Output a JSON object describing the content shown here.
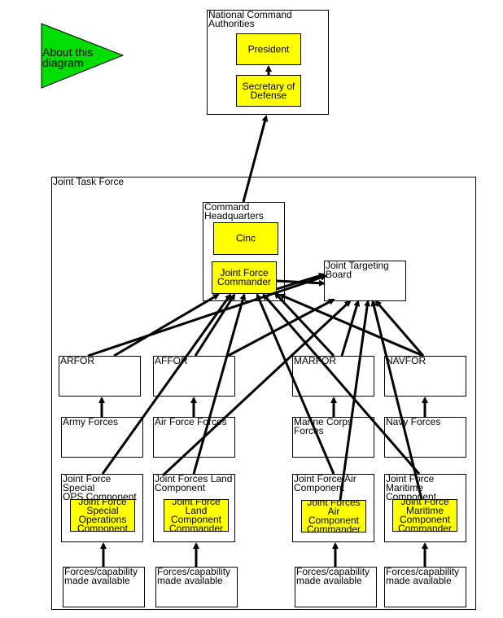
{
  "about": {
    "label": "About this\ndiagram",
    "color": "#00dd00"
  },
  "colors": {
    "component_fill": "#ffff00",
    "line": "#000000"
  },
  "nca": {
    "title": "National Command\nAuthorities",
    "president": "President",
    "secdef": "Secretary of\nDefense"
  },
  "jtf": {
    "title": "Joint Task Force"
  },
  "cmd_hq": {
    "title": "Command\nHeadquarters",
    "cinc": "Cinc",
    "jfc": "Joint Force\nCommander"
  },
  "jtb": {
    "title": "Joint Targeting\nBoard"
  },
  "services": {
    "arfor": "ARFOR",
    "affor": "AFFOR",
    "marfor": "MARFOR",
    "navfor": "NAVFOR",
    "army": "Army Forces",
    "airforce": "Air Force Forces",
    "marine": "Marine Corps\nForces",
    "navy": "Navy Forces"
  },
  "components": {
    "spec_ops": {
      "title": "Joint Force Special\nOPS Component",
      "inner": "Joint Force\nSpecial\nOperations\nComponent"
    },
    "land": {
      "title": "Joint Forces Land\nComponent",
      "inner": "Joint Force\nLand\nComponent\nCommander"
    },
    "air": {
      "title": "Joint Force Air\nComponent",
      "inner": "Joint Forces\nAir Component\nCommander"
    },
    "maritime": {
      "title": "Joint Force\nMaritime\nComponent",
      "inner": "Joint Force\nMaritime\nComponent\nCommander"
    }
  },
  "forces": {
    "f1": "Forces/capability\nmade available",
    "f2": "Forces/capability\nmade available",
    "f3": "Forces/capability\nmade available",
    "f4": "Forces/capability\nmade available"
  }
}
